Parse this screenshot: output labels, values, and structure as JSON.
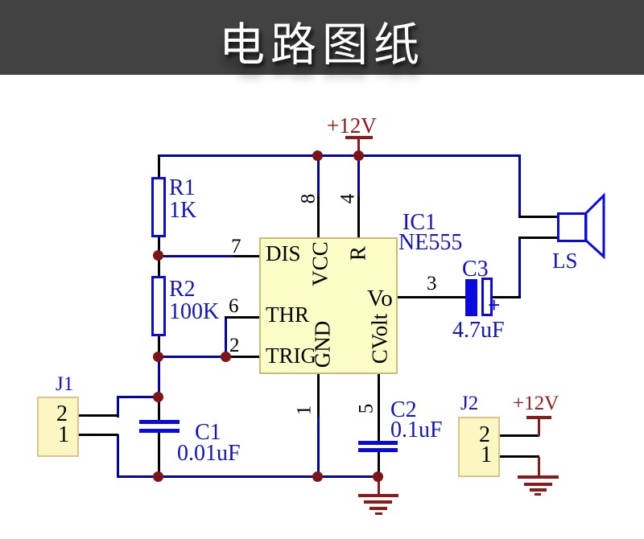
{
  "banner": {
    "title": "电路图纸"
  },
  "colors": {
    "banner_bg": "#434242",
    "title": "#ffffff",
    "wire": "#0202a8",
    "pin": "#000000",
    "component_outline": "#0a0ae0",
    "label_blue": "#1414be",
    "power_maroon": "#8b1a1a",
    "ic_fill": "#fcfcc6",
    "ic_border": "#c8bd78",
    "connector_fill": "#fcf6c2",
    "connector_border": "#d9c48d"
  },
  "power": {
    "rail_label": "+12V",
    "j2_label": "+12V"
  },
  "ic": {
    "ref": "IC1",
    "part": "NE555",
    "pins": {
      "dis": {
        "name": "DIS",
        "number": "7"
      },
      "thr": {
        "name": "THR",
        "number": "6"
      },
      "trig": {
        "name": "TRIG",
        "number": "2"
      },
      "vcc": {
        "name": "VCC",
        "number": "8"
      },
      "reset": {
        "name": "R",
        "number": "4"
      },
      "vo": {
        "name": "Vo",
        "number": "3"
      },
      "gnd": {
        "name": "GND",
        "number": "1"
      },
      "cvolt": {
        "name": "CVolt",
        "number": "5"
      }
    }
  },
  "resistors": {
    "r1": {
      "ref": "R1",
      "value": "1K"
    },
    "r2": {
      "ref": "R2",
      "value": "100K"
    }
  },
  "capacitors": {
    "c1": {
      "ref": "C1",
      "value": "0.01uF"
    },
    "c2": {
      "ref": "C2",
      "value": "0.1uF"
    },
    "c3": {
      "ref": "C3",
      "value": "4.7uF",
      "polarity": "+"
    }
  },
  "connectors": {
    "j1": {
      "ref": "J1",
      "pins": [
        "2",
        "1"
      ]
    },
    "j2": {
      "ref": "J2",
      "pins": [
        "2",
        "1"
      ]
    }
  },
  "speaker": {
    "ref": "LS"
  }
}
